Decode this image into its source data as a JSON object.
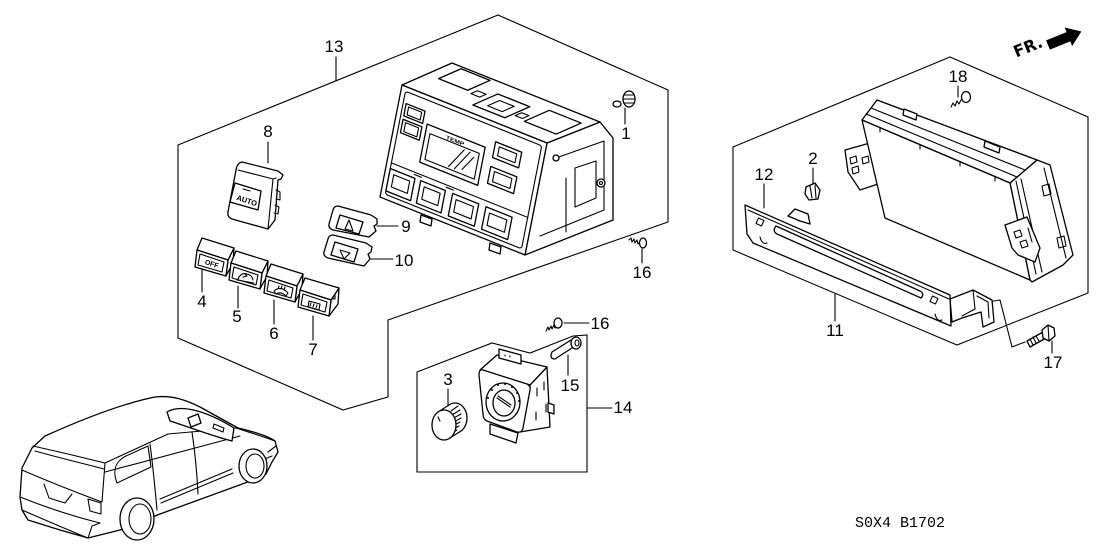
{
  "diagram_code": "S0X4 B1702",
  "direction_marker": {
    "label": "FR.",
    "icon": "arrow-right-icon"
  },
  "part_markings": {
    "display_label": "TEMP",
    "auto_button_label": "AUTO",
    "off_button_label": "OFF"
  },
  "button_icons": {
    "part_5": "air-recirculation-icon",
    "part_6": "front-defroster-icon",
    "part_7": "rear-defroster-icon",
    "part_9": "up-arrow-icon",
    "part_10": "down-arrow-icon"
  },
  "callouts": [
    {
      "label": "13"
    },
    {
      "label": "8"
    },
    {
      "label": "1"
    },
    {
      "label": "9"
    },
    {
      "label": "10"
    },
    {
      "label": "16"
    },
    {
      "label": "4"
    },
    {
      "label": "5"
    },
    {
      "label": "6"
    },
    {
      "label": "7"
    },
    {
      "label": "16"
    },
    {
      "label": "3"
    },
    {
      "label": "15"
    },
    {
      "label": "14"
    },
    {
      "label": "18"
    },
    {
      "label": "2"
    },
    {
      "label": "12"
    },
    {
      "label": "11"
    },
    {
      "label": "17"
    }
  ],
  "colors": {
    "line": "#000000",
    "background": "#ffffff"
  }
}
